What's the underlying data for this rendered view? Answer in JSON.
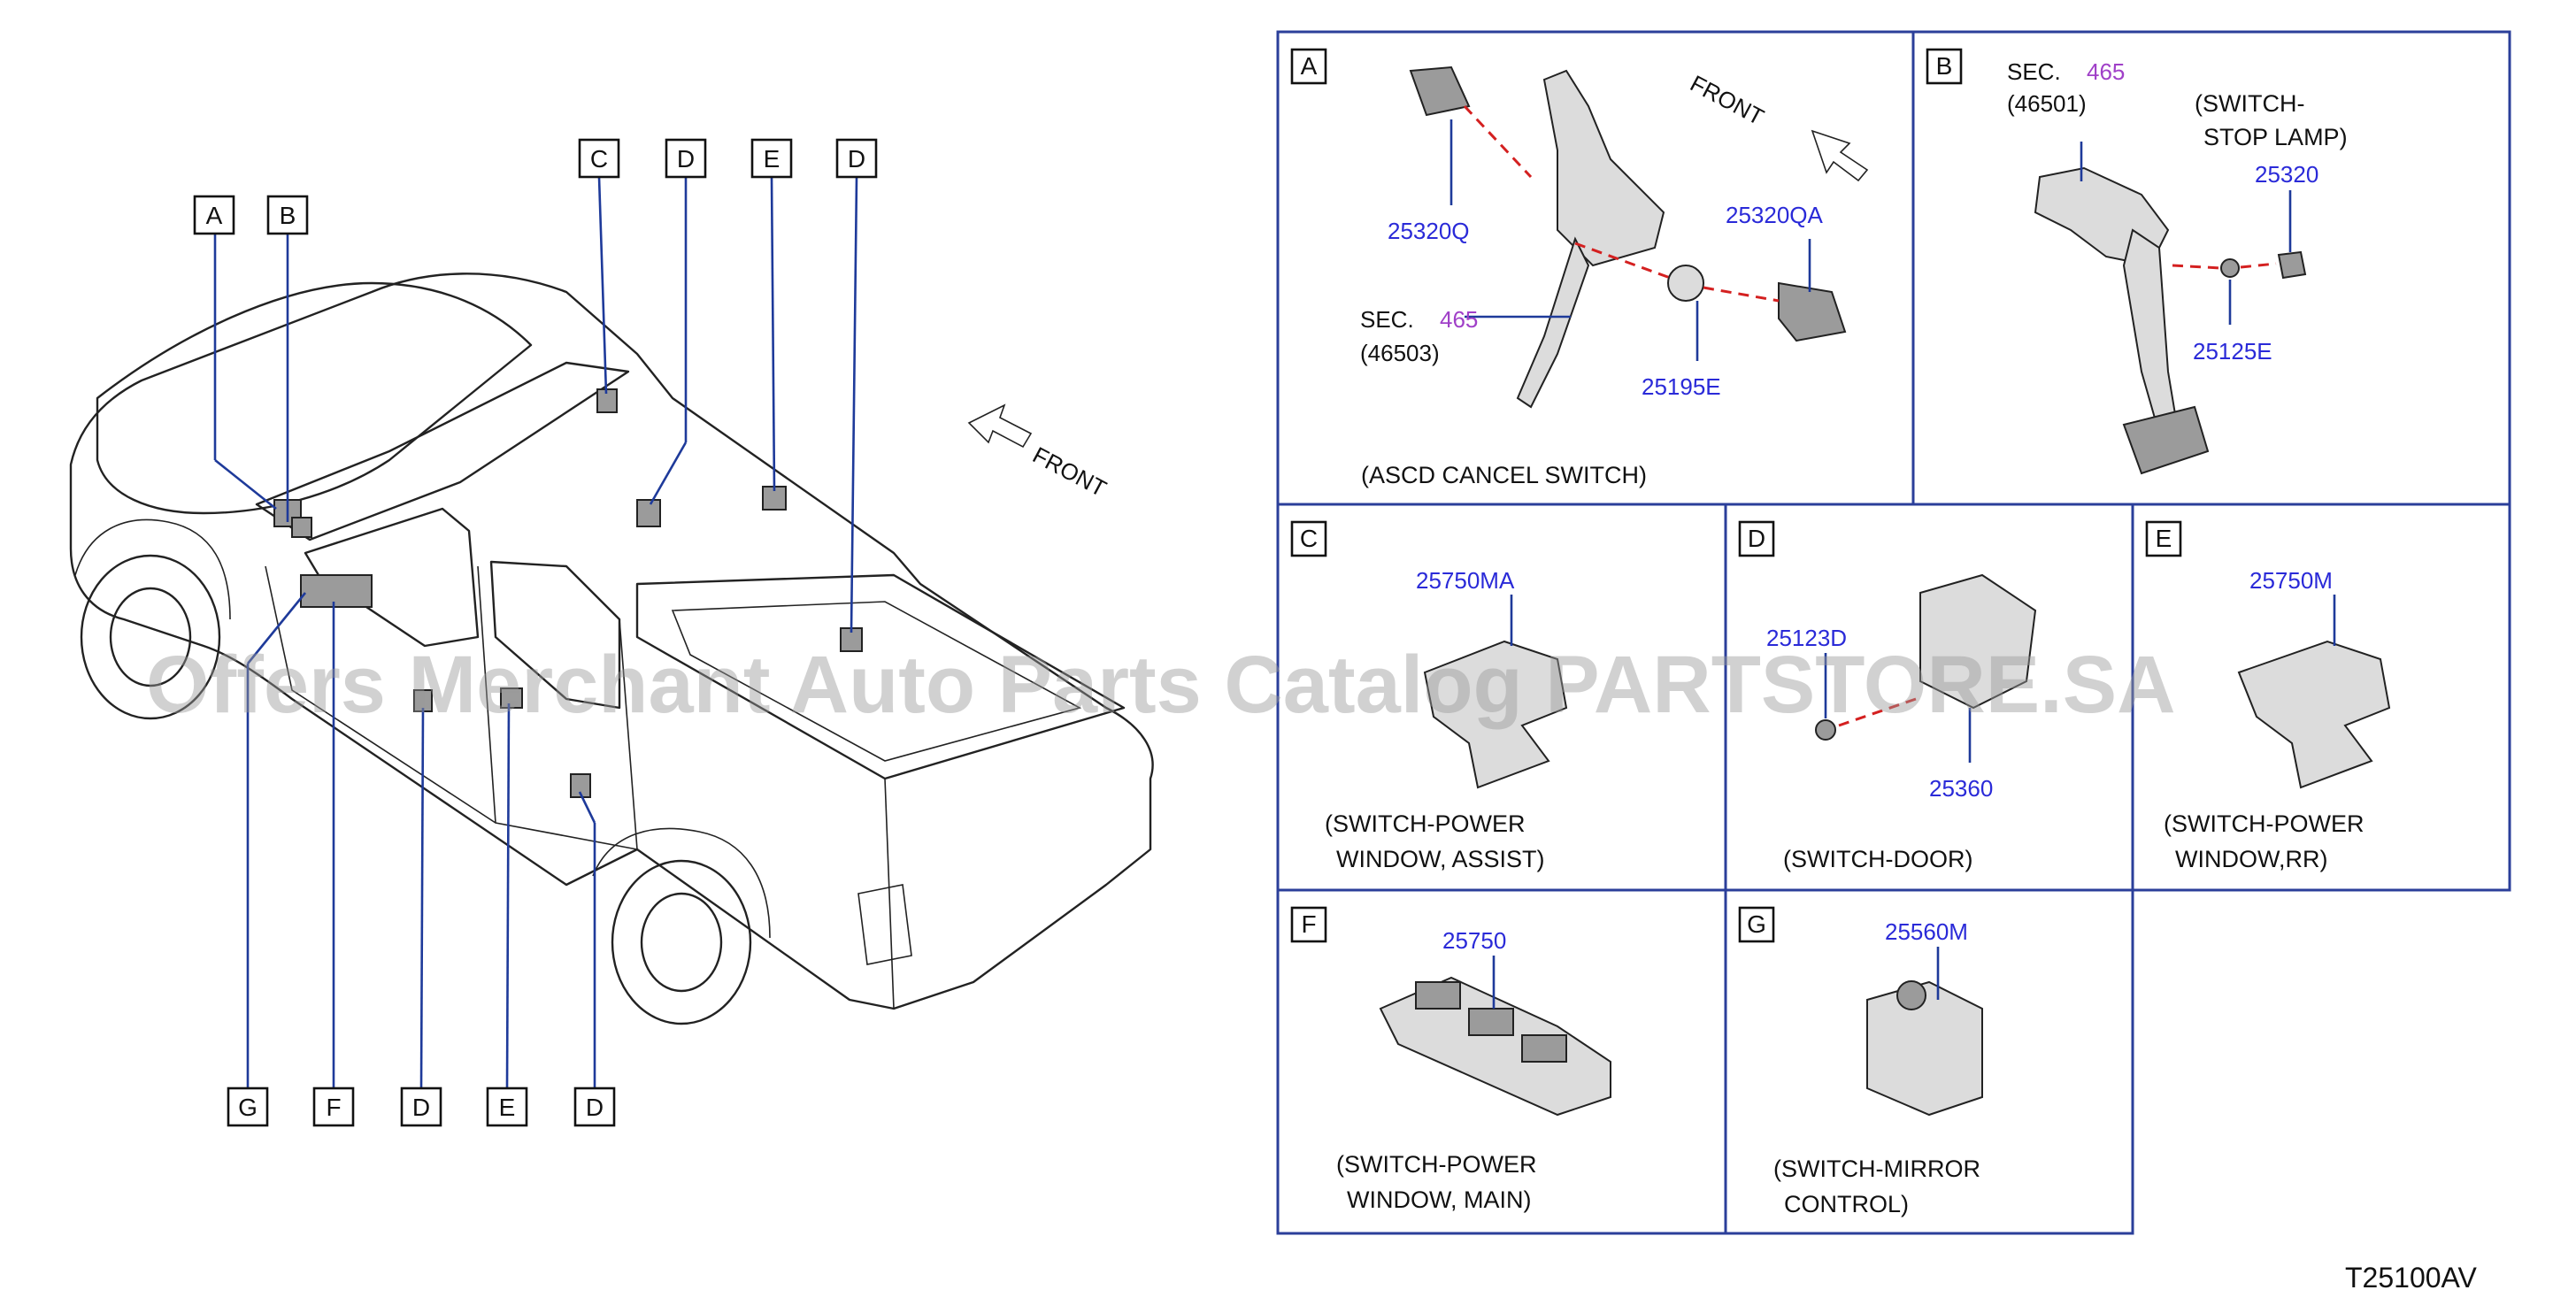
{
  "callouts": {
    "a": "A",
    "b": "B",
    "c": "C",
    "d": "D",
    "e": "E",
    "f": "F",
    "g": "G"
  },
  "front_labels": {
    "main": "FRONT",
    "panel_a": "FRONT"
  },
  "panel_a": {
    "tag": "A",
    "part1": "25320Q",
    "part2": "25320QA",
    "part3": "25195E",
    "sec_prefix": "SEC.",
    "sec_num": "465",
    "sec_ref": "(46503)",
    "caption": "(ASCD   CANCEL   SWITCH)"
  },
  "panel_b": {
    "tag": "B",
    "sec_prefix": "SEC.",
    "sec_num": "465",
    "sec_ref": "(46501)",
    "caption_line1": "(SWITCH-",
    "caption_line2": "STOP   LAMP)",
    "part1": "25320",
    "part2": "25125E"
  },
  "panel_c": {
    "tag": "C",
    "part1": "25750MA",
    "caption_line1": "(SWITCH-POWER",
    "caption_line2": "WINDOW,   ASSIST)"
  },
  "panel_d": {
    "tag": "D",
    "part1": "25123D",
    "part2": "25360",
    "caption": "(SWITCH-DOOR)"
  },
  "panel_e": {
    "tag": "E",
    "part1": "25750M",
    "caption_line1": "(SWITCH-POWER",
    "caption_line2": "WINDOW,RR)"
  },
  "panel_f": {
    "tag": "F",
    "part1": "25750",
    "caption_line1": "(SWITCH-POWER",
    "caption_line2": "WINDOW,   MAIN)"
  },
  "panel_g": {
    "tag": "G",
    "part1": "25560M",
    "caption_line1": "(SWITCH-MIRROR",
    "caption_line2": "CONTROL)"
  },
  "watermark": "Offers Merchant Auto Parts Catalog PARTSTORE.SA",
  "diagram_code": "T25100AV",
  "colors": {
    "part_number": "#2a2ad8",
    "section": "#a040c8",
    "leader": "#1e3a9a",
    "dashed_link": "#d42020"
  }
}
